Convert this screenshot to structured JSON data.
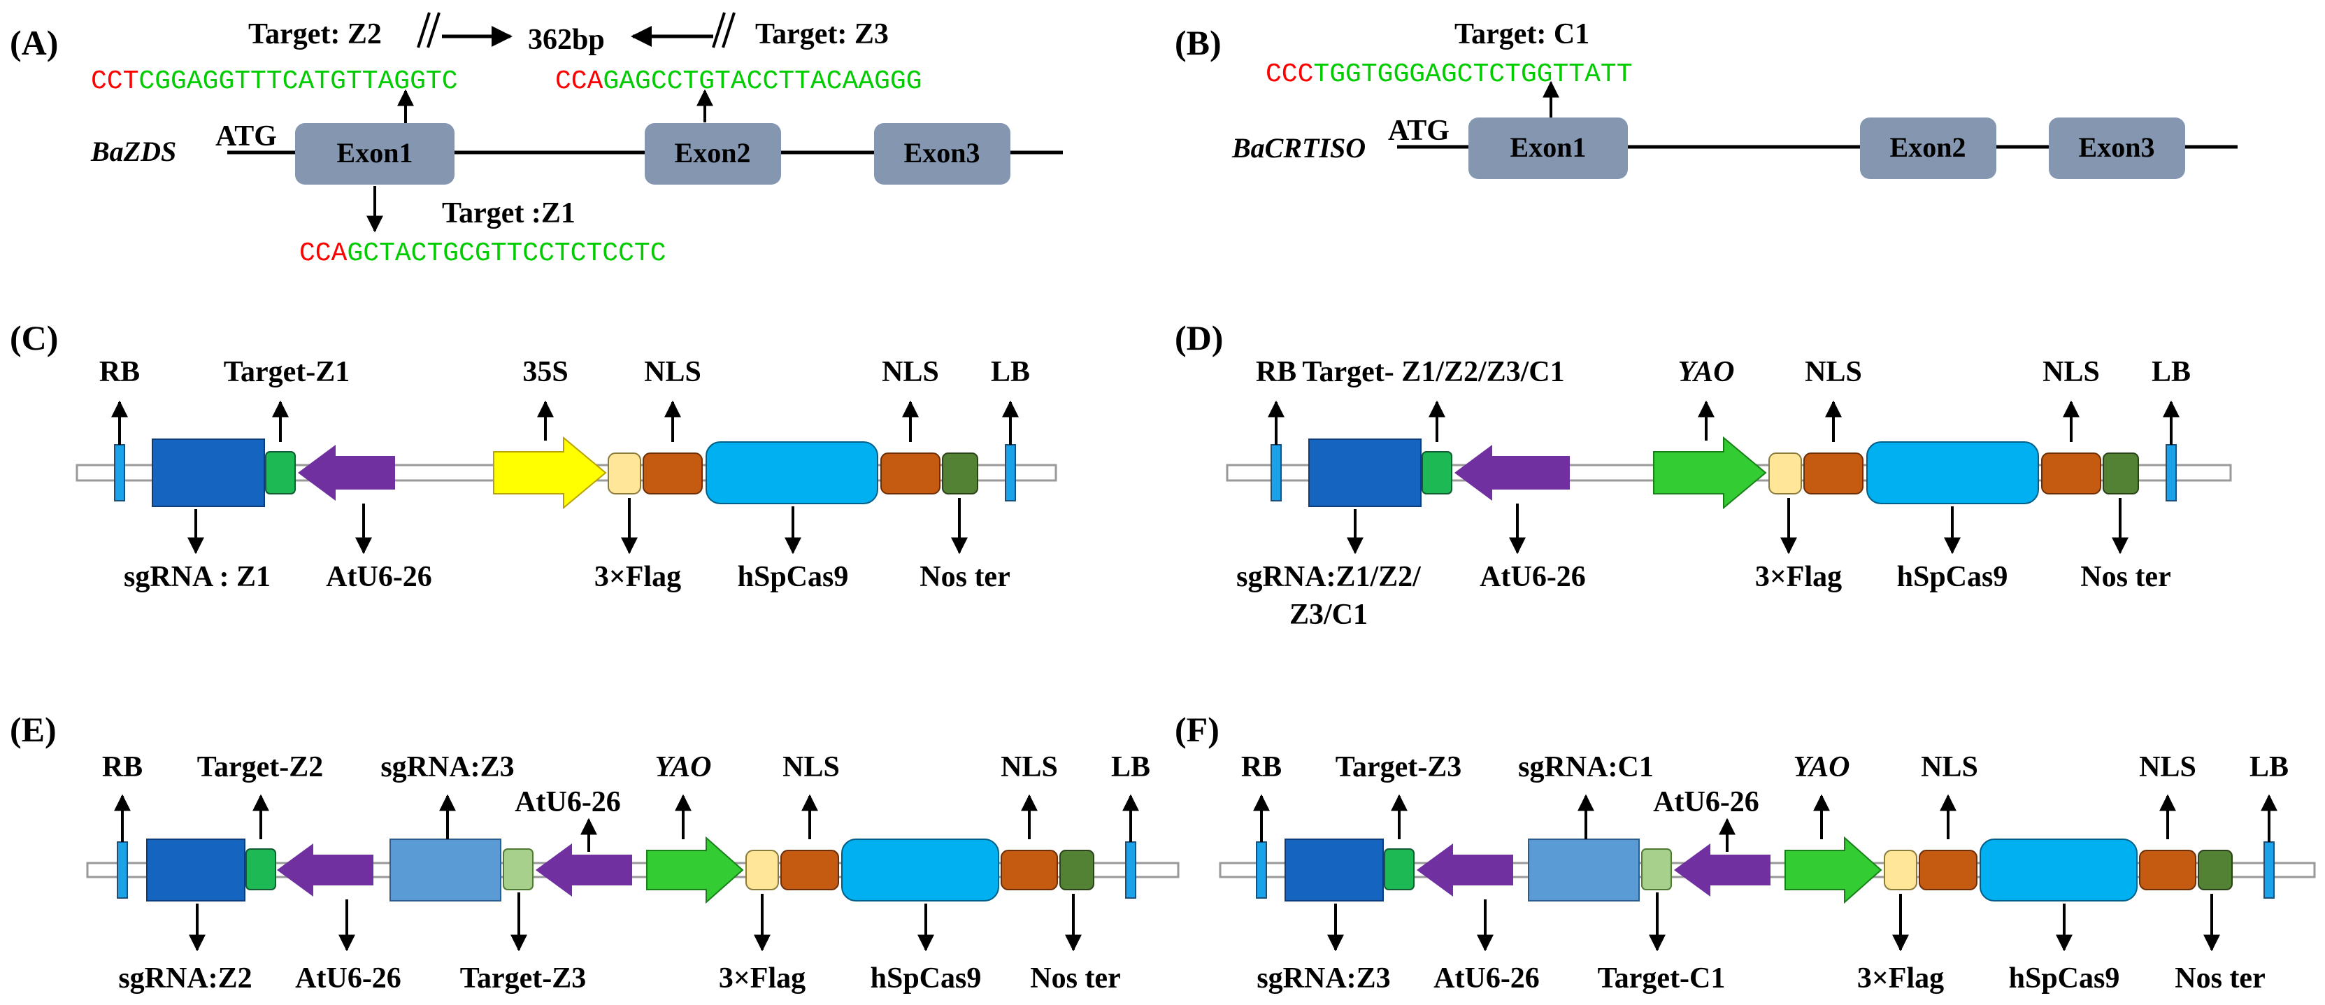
{
  "colors": {
    "exon": "#8496b0",
    "pam": "#ff0000",
    "spacer": "#00cc00",
    "rb_lb": "#1aa3e8",
    "sgrna_box": "#1565c0",
    "sgrna_box_light": "#5b9bd5",
    "target_dark": "#1db954",
    "target_light": "#a8d08d",
    "promoter_arrow": "#7030a0",
    "p35s": "#ffff00",
    "yao": "#33cc33",
    "flag": "#ffe699",
    "nls": "#c55a11",
    "cas9": "#00b0f0",
    "nos": "#548235"
  },
  "panelA": {
    "label": "(A)",
    "gene": "BaZDS",
    "atg": "ATG",
    "exons": [
      "Exon1",
      "Exon2",
      "Exon3"
    ],
    "target_z2": {
      "label": "Target: Z2",
      "pam": "CCT",
      "spacer": "CGGAGGTTTCATGTTAGGTC"
    },
    "target_z3": {
      "label": "Target: Z3",
      "pam": "CCA",
      "spacer": "GAGCCTGTACCTTACAAGGG"
    },
    "target_z1": {
      "label": "Target :Z1",
      "pam": "CCA",
      "spacer": "GCTACTGCGTTCCTCTCCTC"
    },
    "distance": "362bp"
  },
  "panelB": {
    "label": "(B)",
    "gene": "BaCRTISO",
    "atg": "ATG",
    "exons": [
      "Exon1",
      "Exon2",
      "Exon3"
    ],
    "target_c1": {
      "label": "Target: C1",
      "pam": "CCC",
      "spacer": "TGGTGGGAGCTCTGGTTATT"
    }
  },
  "panelC": {
    "label": "(C)",
    "top": [
      "RB",
      "Target-Z1",
      "35S",
      "NLS",
      "NLS",
      "LB"
    ],
    "bottom": [
      "sgRNA : Z1",
      "AtU6-26",
      "3×Flag",
      "hSpCas9",
      "Nos ter"
    ]
  },
  "panelD": {
    "label": "(D)",
    "top_rb": "RB",
    "top_target": "Target- Z1/Z2/Z3/C1",
    "top_yao": "YAO",
    "top_nls1": "NLS",
    "top_nls2": "NLS",
    "top_lb": "LB",
    "bottom_sgrna_line1": "sgRNA:Z1/Z2/",
    "bottom_sgrna_line2": "Z3/C1",
    "bottom_u6": "AtU6-26",
    "bottom_flag": "3×Flag",
    "bottom_cas9": "hSpCas9",
    "bottom_nos": "Nos ter"
  },
  "panelE": {
    "label": "(E)",
    "top": [
      "RB",
      "Target-Z2",
      "sgRNA:Z3",
      "AtU6-26",
      "YAO",
      "NLS",
      "NLS",
      "LB"
    ],
    "bottom": [
      "sgRNA:Z2",
      "AtU6-26",
      "Target-Z3",
      "3×Flag",
      "hSpCas9",
      "Nos ter"
    ]
  },
  "panelF": {
    "label": "(F)",
    "top": [
      "RB",
      "Target-Z3",
      "sgRNA:C1",
      "AtU6-26",
      "YAO",
      "NLS",
      "NLS",
      "LB"
    ],
    "bottom": [
      "sgRNA:Z3",
      "AtU6-26",
      "Target-C1",
      "3×Flag",
      "hSpCas9",
      "Nos ter"
    ]
  }
}
